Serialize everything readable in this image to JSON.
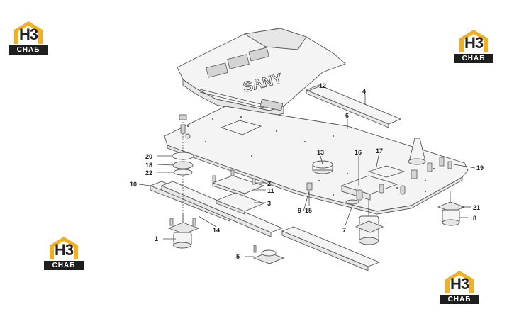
{
  "brand": {
    "logo_mark": "H3",
    "logo_text": "СНАБ",
    "accent_color": "#f2b01e",
    "bar_color": "#1e1e1e"
  },
  "callouts": [
    "1",
    "2",
    "3",
    "4",
    "5",
    "6",
    "7",
    "8",
    "9",
    "10",
    "11",
    "12",
    "13",
    "14",
    "15",
    "16",
    "17",
    "18",
    "19",
    "20",
    "21",
    "22"
  ],
  "plate_lettering": "SANY"
}
